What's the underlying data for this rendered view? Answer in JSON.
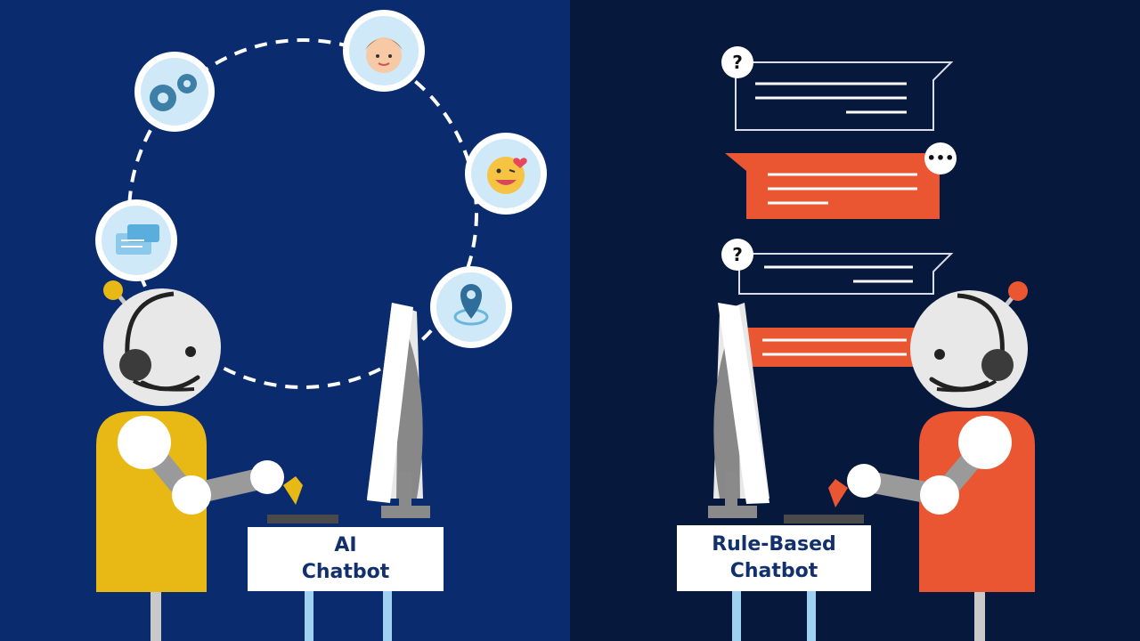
{
  "left_panel": {
    "label": "AI\nChatbot",
    "background": "#0b2b6f",
    "icons": [
      "gears-icon",
      "face-avatar-icon",
      "smiley-emoji-icon",
      "location-pin-icon",
      "chat-screen-icon"
    ]
  },
  "right_panel": {
    "label": "Rule-Based\nChatbot",
    "background": "#07183d",
    "bubbles": [
      {
        "kind": "question",
        "badge": "?",
        "style": "outline"
      },
      {
        "kind": "answer",
        "badge": "…",
        "style": "filled"
      },
      {
        "kind": "question",
        "badge": "?",
        "style": "outline"
      },
      {
        "kind": "answer",
        "badge": "",
        "style": "filled"
      }
    ]
  },
  "colors": {
    "accent_orange": "#ea5532",
    "ai_robot_body": "#e8b914",
    "rule_robot_body": "#ea5532",
    "robot_head": "#e8e8e8",
    "bubble_outline": "#d9dde6",
    "desk_legs": "#9fd2f0"
  }
}
